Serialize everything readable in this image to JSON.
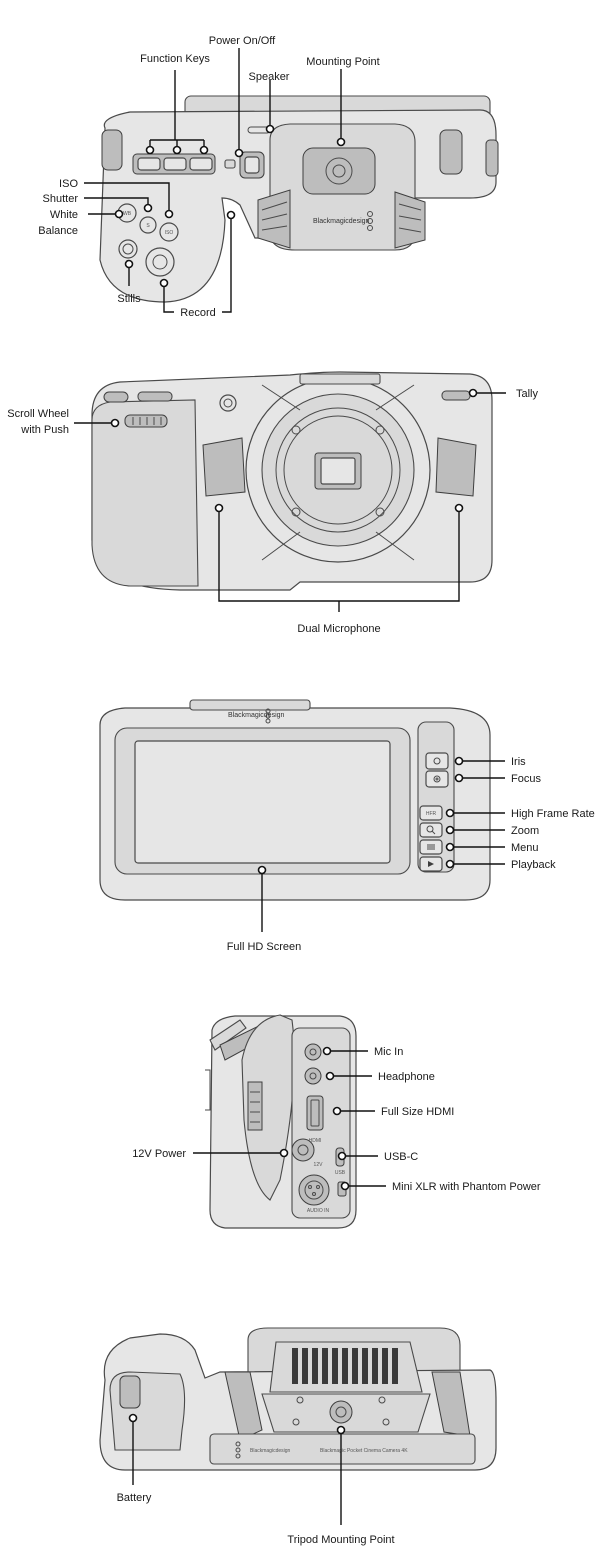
{
  "views": {
    "top": {
      "labels": {
        "power": "Power On/Off",
        "function_keys": "Function Keys",
        "speaker": "Speaker",
        "mounting_point": "Mounting Point",
        "iso": "ISO",
        "shutter": "Shutter",
        "white": "White",
        "balance": "Balance",
        "stills": "Stills",
        "record": "Record"
      },
      "printed": {
        "brand": "Blackmagicdesign",
        "wb": "WB",
        "s": "S",
        "iso_btn": "ISO"
      }
    },
    "front": {
      "labels": {
        "scroll_wheel_1": "Scroll Wheel",
        "scroll_wheel_2": "with Push",
        "tally": "Tally",
        "dual_microphone": "Dual Microphone"
      }
    },
    "back": {
      "labels": {
        "iris": "Iris",
        "focus": "Focus",
        "hfr": "High Frame Rate",
        "zoom": "Zoom",
        "menu": "Menu",
        "playback": "Playback",
        "screen": "Full HD Screen"
      },
      "printed": {
        "brand": "Blackmagicdesign",
        "hfr_btn": "HFR"
      }
    },
    "side": {
      "labels": {
        "mic_in": "Mic In",
        "headphone": "Headphone",
        "hdmi": "Full Size HDMI",
        "power12": "12V Power",
        "usbc": "USB-C",
        "xlr": "Mini XLR with Phantom Power"
      },
      "printed": {
        "hdmi_port": "HDMI",
        "v12": "12V",
        "usb": "USB",
        "audio_in": "AUDIO IN"
      }
    },
    "bottom": {
      "labels": {
        "battery": "Battery",
        "tripod": "Tripod Mounting Point"
      },
      "printed": {
        "brand": "Blackmagicdesign",
        "model": "Blackmagic Pocket Cinema Camera 4K"
      }
    }
  }
}
